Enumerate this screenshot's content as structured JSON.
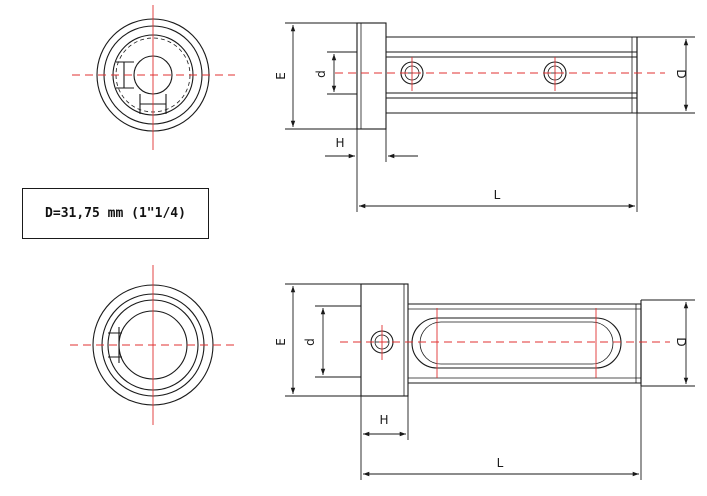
{
  "spec": {
    "text": "D=31,75 mm (1\"1/4)"
  },
  "top_view": {
    "labels": {
      "E": "E",
      "d": "d",
      "D": "D",
      "H": "H",
      "L": "L"
    }
  },
  "bottom_view": {
    "labels": {
      "E": "E",
      "d": "d",
      "D": "D",
      "H": "H",
      "L": "L"
    }
  },
  "colors": {
    "centerline": "#e03030",
    "outline": "#1a1a1a"
  }
}
